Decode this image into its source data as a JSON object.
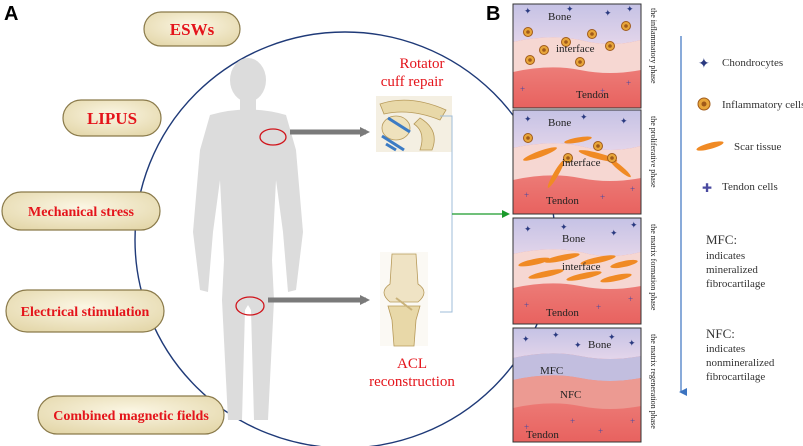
{
  "panel_labels": {
    "a": "A",
    "b": "B"
  },
  "treatments": [
    "ESWs",
    "LIPUS",
    "Mechanical stress",
    "Electrical stimulation",
    "Combined magnetic fields"
  ],
  "surgeries": {
    "rotator_line1": "Rotator",
    "rotator_line2": "cuff repair",
    "acl_line1": "ACL",
    "acl_line2": "reconstruction"
  },
  "phases": [
    {
      "name": "the inflammatory phase",
      "top": "Bone",
      "mid": "interface",
      "bottom": "Tendon"
    },
    {
      "name": "the proliferative phase",
      "top": "Bone",
      "mid": "interface",
      "bottom": "Tendon"
    },
    {
      "name": "the matrix formation phase",
      "top": "Bone",
      "mid": "interface",
      "bottom": "Tendon"
    },
    {
      "name": "the matrix regeneration phase",
      "top": "Bone",
      "mid": "MFC",
      "mid2": "NFC",
      "bottom": "Tendon"
    }
  ],
  "legend": {
    "items": [
      "Chondrocytes",
      "Inflammatory cells",
      "Scar tissue",
      "Tendon cells"
    ],
    "mfc_head": "MFC:",
    "mfc_lines": [
      "indicates",
      "mineralized",
      "fibrocartilage"
    ],
    "nfc_head": "NFC:",
    "nfc_lines": [
      "indicates",
      "nonmineralized",
      "fibrocartilage"
    ]
  },
  "colors": {
    "treatment_text": "#e4141b",
    "pill_fill": "#efe6c8",
    "pill_stroke": "#8a7a4a",
    "circle": "#1f3a78",
    "arrow_gray": "#7a7a7a",
    "green_arrow": "#1a9a2a",
    "bone": "#c9c6e6",
    "interface": "#f6d7d2",
    "tendon": "#ef7b78",
    "scar": "#f08a24",
    "legend_arrow": "#3b73c0"
  }
}
